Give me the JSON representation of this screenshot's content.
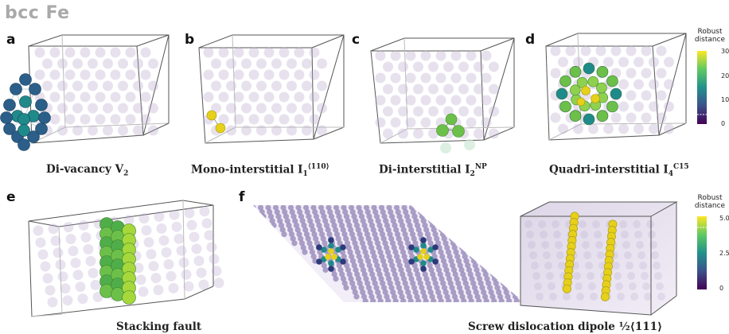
{
  "figure_title": "bcc Fe",
  "panels": [
    {
      "label": "a",
      "caption_main": "Di-vacancy V",
      "caption_sub": "2",
      "caption_sup": ""
    },
    {
      "label": "b",
      "caption_main": "Mono-interstitial  I",
      "caption_sub": "1",
      "caption_sup": "⟨110⟩"
    },
    {
      "label": "c",
      "caption_main": "Di-interstitial  I",
      "caption_sub": "2",
      "caption_sup": "NP"
    },
    {
      "label": "d",
      "caption_main": "Quadri-interstitial  I",
      "caption_sub": "4",
      "caption_sup": "C15"
    },
    {
      "label": "e",
      "caption_main": "Stacking fault",
      "caption_sub": "",
      "caption_sup": ""
    },
    {
      "label": "f",
      "caption_main": "Screw dislocation dipole ½⟨111⟩",
      "caption_sub": "",
      "caption_sup": ""
    }
  ],
  "colorbars": [
    {
      "title_line1": "Robust",
      "title_line2": "distance",
      "ticks": [
        "30",
        "20",
        "10",
        "0"
      ]
    },
    {
      "title_line1": "Robust",
      "title_line2": "distance",
      "ticks": [
        "5.0",
        "2.5",
        "0"
      ]
    }
  ],
  "colors": {
    "atom_faint": "#b9a9cc",
    "viridis_dark": "#3b2a63",
    "viridis_teal": "#1f8a8a",
    "viridis_green": "#6cc04a",
    "viridis_yellow": "#e6d01a",
    "box_edge": "#555555"
  }
}
